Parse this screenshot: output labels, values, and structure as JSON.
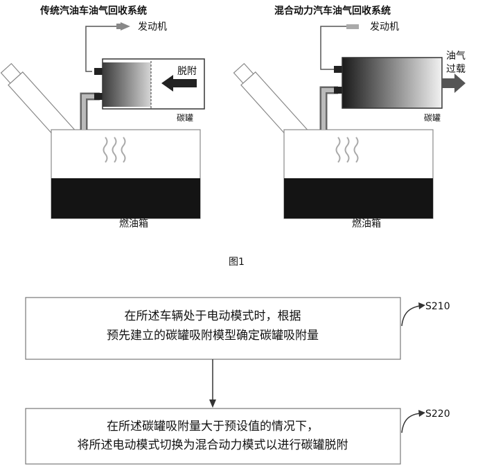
{
  "figure1": {
    "left": {
      "title": "传统汽油车油气回收系统",
      "engine_label": "发动机",
      "desorb_label": "脱附",
      "canister_label": "碳罐",
      "tank_label": "燃油箱"
    },
    "right": {
      "title": "混合动力汽车油气回收系统",
      "engine_label": "发动机",
      "overload_line1": "油气",
      "overload_line2": "过载",
      "canister_label": "碳罐",
      "tank_label": "燃油箱"
    },
    "caption": "图1"
  },
  "flowchart": {
    "steps": [
      {
        "id": "S210",
        "line1": "在所述车辆处于电动模式时，根据",
        "line2": "预先建立的碳罐吸附模型确定碳罐吸附量"
      },
      {
        "id": "S220",
        "line1": "在所述碳罐吸附量大于预设值的情况下，",
        "line2": "将所述电动模式切换为混合动力模式以进行碳罐脱附"
      }
    ]
  }
}
